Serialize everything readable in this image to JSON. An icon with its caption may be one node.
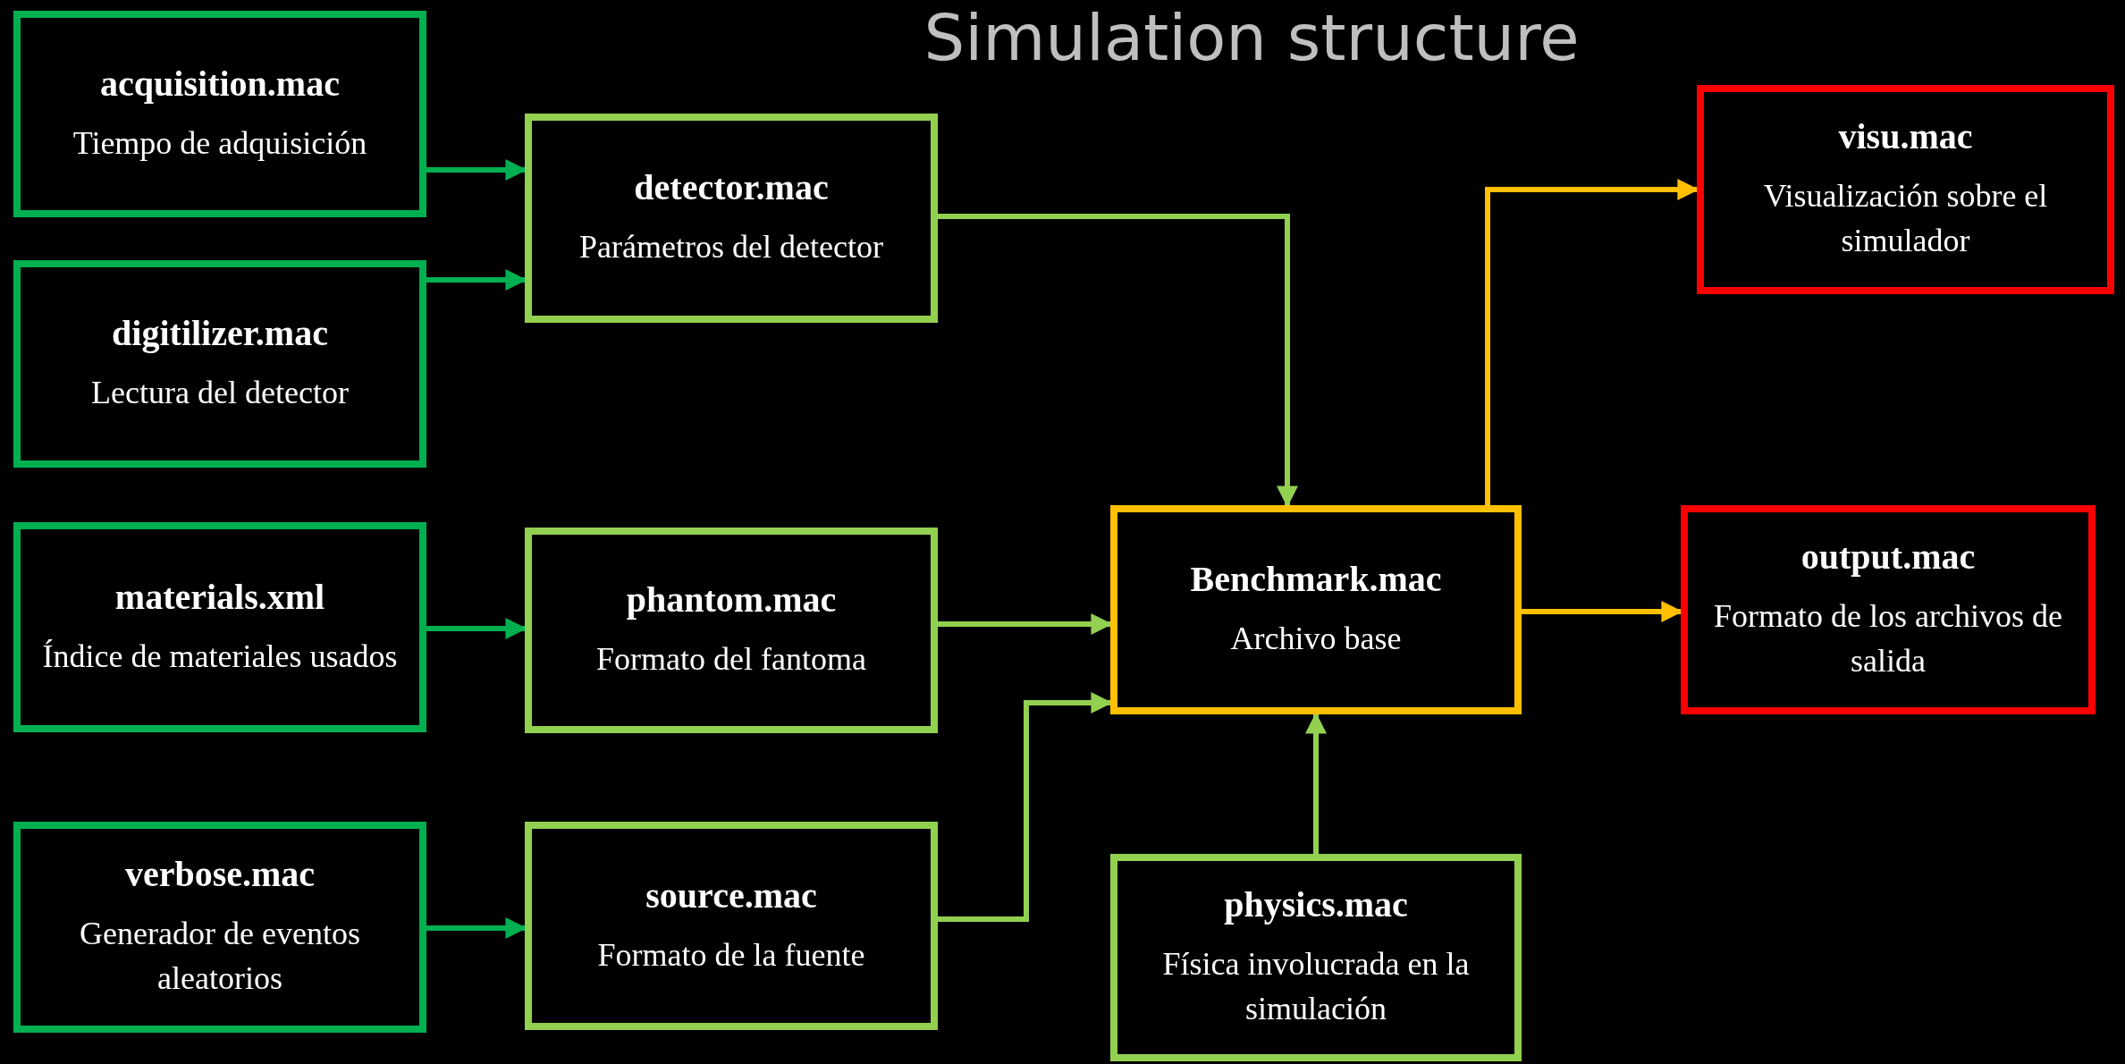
{
  "diagram": {
    "title": "Simulation structure",
    "nodes": [
      {
        "text": [
          "acquisition.mac",
          "Tiempo de adquisición"
        ]
      },
      {
        "text": [
          "digitilizer.mac",
          "Lectura del detector"
        ]
      },
      {
        "text": [
          "materials.xml",
          "Índice de materiales usados"
        ]
      },
      {
        "text": [
          "verbose.mac",
          "Generador de eventos aleatorios"
        ]
      },
      {
        "text": [
          "detector.mac",
          "Parámetros del detector"
        ]
      },
      {
        "text": [
          "phantom.mac",
          "Formato del fantoma"
        ]
      },
      {
        "text": [
          "source.mac",
          "Formato de la fuente"
        ]
      },
      {
        "text": [
          "Benchmark.mac",
          "Archivo base"
        ]
      },
      {
        "text": [
          "physics.mac",
          "Física involucrada en la simulación"
        ]
      },
      {
        "text": [
          "visu.mac",
          "Visualización sobre el simulador"
        ]
      },
      {
        "text": [
          "output.mac",
          "Formato de los archivos de salida"
        ]
      }
    ],
    "edges": [
      {
        "from": 0,
        "to": 4,
        "arrow": "to",
        "color": "#00b050"
      },
      {
        "from": 1,
        "to": 4,
        "arrow": "to",
        "color": "#00b050"
      },
      {
        "from": 2,
        "to": 5,
        "arrow": "to",
        "color": "#00b050"
      },
      {
        "from": 3,
        "to": 6,
        "arrow": "to",
        "color": "#00b050"
      },
      {
        "from": 4,
        "to": 7,
        "arrow": "to",
        "color": "#92d050"
      },
      {
        "from": 5,
        "to": 7,
        "arrow": "to",
        "color": "#92d050"
      },
      {
        "from": 6,
        "to": 7,
        "arrow": "to",
        "color": "#92d050"
      },
      {
        "from": 8,
        "to": 7,
        "arrow": "to",
        "color": "#92d050"
      },
      {
        "from": 7,
        "to": 9,
        "arrow": "to",
        "color": "#ffc000"
      },
      {
        "from": 7,
        "to": 10,
        "arrow": "to",
        "color": "#ffc000"
      }
    ]
  }
}
